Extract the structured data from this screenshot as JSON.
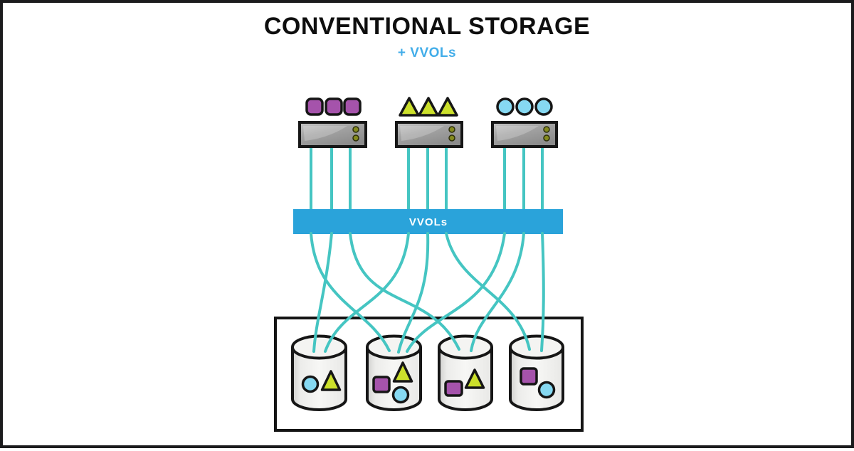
{
  "header": {
    "title": "CONVENTIONAL STORAGE",
    "subtitle": "+ VVOLs"
  },
  "vvols_bar": {
    "label": "VVOLs"
  },
  "colors": {
    "bar_blue": "#2aa3da",
    "subtitle_blue": "#42ade9",
    "connection_teal": "#45c5c2",
    "square_purple": "#a553ab",
    "triangle_yellow": "#cce02b",
    "circle_blue": "#86d9f2",
    "server_gray": "#9c9c9c",
    "led_olive": "#848a1e",
    "outline_black": "#161616",
    "frame_border": "#1b1b1d",
    "cylinder_white": "#f3f3f1"
  },
  "servers": [
    {
      "name": "server-1",
      "workload_shape": "square",
      "workload_count": 3,
      "connections": 3
    },
    {
      "name": "server-2",
      "workload_shape": "triangle",
      "workload_count": 3,
      "connections": 3
    },
    {
      "name": "server-3",
      "workload_shape": "circle",
      "workload_count": 3,
      "connections": 3
    }
  ],
  "storage_array": {
    "disks": [
      {
        "name": "disk-1",
        "contents": [
          "circle",
          "triangle"
        ]
      },
      {
        "name": "disk-2",
        "contents": [
          "square",
          "triangle",
          "circle"
        ]
      },
      {
        "name": "disk-3",
        "contents": [
          "square",
          "triangle"
        ]
      },
      {
        "name": "disk-4",
        "contents": [
          "square",
          "circle"
        ]
      }
    ]
  }
}
